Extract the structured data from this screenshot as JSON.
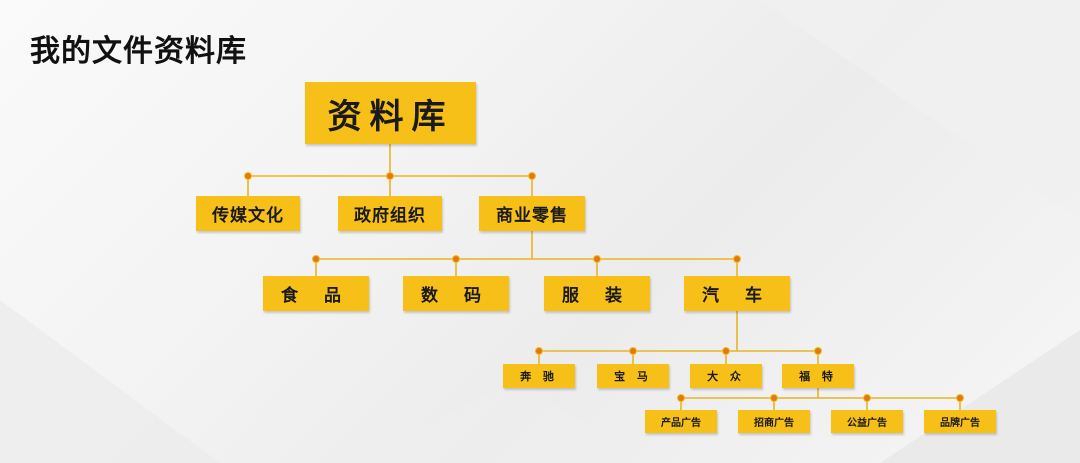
{
  "slide": {
    "title": "我的文件资料库"
  },
  "tree": {
    "root": "资料库",
    "level1": [
      "传媒文化",
      "政府组织",
      "商业零售"
    ],
    "level2": [
      "食 品",
      "数 码",
      "服 装",
      "汽 车"
    ],
    "level3": [
      "奔 驰",
      "宝 马",
      "大 众",
      "福 特"
    ],
    "level4": [
      "产品广告",
      "招商广告",
      "公益广告",
      "品牌广告"
    ]
  },
  "colors": {
    "node_fill": "#f6c018",
    "connector": "#e8b426",
    "junction_dot": "#e07818",
    "title_text": "#111111"
  }
}
